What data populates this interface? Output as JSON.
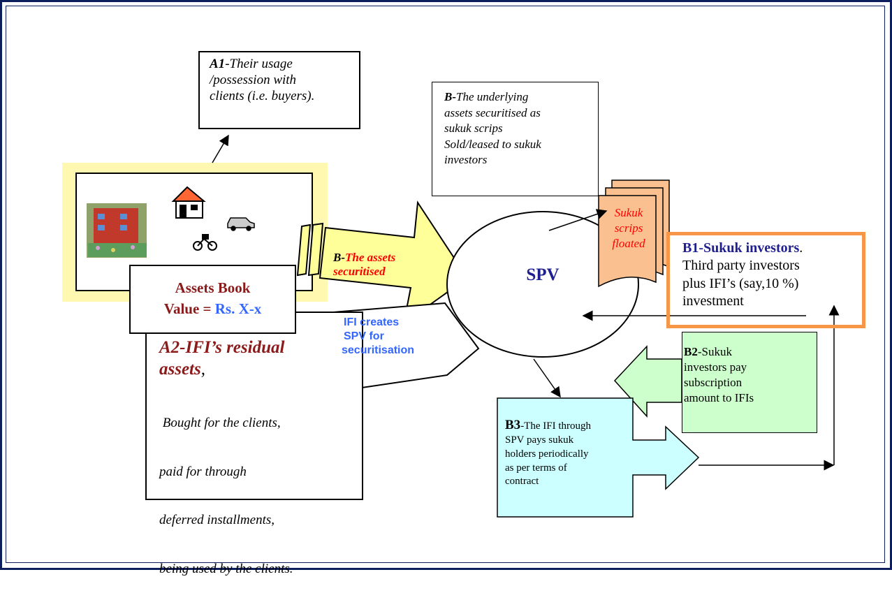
{
  "a1": {
    "bold": "A1",
    "lines": [
      "-Their usage",
      "/possession with",
      "clients (i.e. buyers)."
    ]
  },
  "b_top": {
    "bold": "B-",
    "lines": [
      "The underlying",
      "assets securitised as",
      "sukuk scrips",
      "Sold/leased to sukuk",
      "investors"
    ]
  },
  "assets_arrow": {
    "bold": "B-",
    "line1": "The assets",
    "line2": "securitised"
  },
  "book_value": {
    "line1": "Assets Book",
    "value_label": "Value = ",
    "value": "Rs. X-x"
  },
  "a2": {
    "title1": "A2-IFI’s residual",
    "title2": "assets",
    "comma": ",",
    "lines": [
      " Bought for the clients,",
      "paid for through",
      "deferred installments,",
      "being used by the clients."
    ]
  },
  "ifi_creates": {
    "lines": [
      "IFI creates",
      "SPV for",
      "securitisation"
    ]
  },
  "spv": {
    "label": "SPV"
  },
  "scrips": {
    "lines": [
      "Sukuk",
      "scrips",
      "floated"
    ]
  },
  "b1": {
    "bold": "B1-Sukuk investors",
    "period": ".",
    "lines": [
      "Third party investors",
      "plus IFI’s (say,10 %)",
      "investment"
    ]
  },
  "b2": {
    "bold": "B2",
    "first": "-Sukuk",
    "lines": [
      "investors pay",
      "subscription",
      "amount to IFIs"
    ]
  },
  "b3": {
    "bold": "B3",
    "first": "-The IFI through",
    "lines": [
      "SPV pays sukuk",
      "holders periodically",
      "as per terms of",
      "contract"
    ]
  },
  "colors": {
    "frame": "#0d1e5c",
    "yellow_highlight": "#fff8b0",
    "arrow_yellow": "#ffff99",
    "scrips_orange": "#fac090",
    "b1_border": "#f79646",
    "b2_green": "#ccffcc",
    "b3_cyan": "#ccffff",
    "dark_red": "#8b1a1a",
    "blue_text": "#3366ff",
    "navy_text": "#1f1f8f",
    "red_text": "#ff0000"
  },
  "icons": [
    "house-picture-icon",
    "house-icon",
    "car-icon",
    "motorcycle-icon"
  ]
}
